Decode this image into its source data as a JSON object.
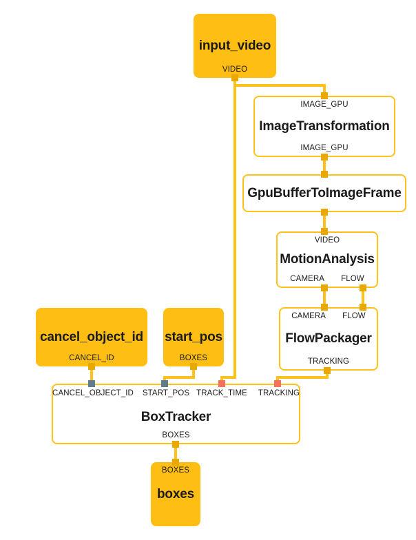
{
  "graph": {
    "title": "BoxTracker pipeline graph",
    "background": "#ffffff",
    "colors": {
      "io_node_fill": "#FFBE14",
      "calc_node_border": "#FFC21A",
      "edge": "#FFC21A",
      "pin_yellow": "#E8A800",
      "pin_blue": "#5F7D8C",
      "pin_red": "#F4725B"
    },
    "nodes": [
      {
        "id": "input_video",
        "name": "input_video",
        "kind": "io",
        "outputs": [
          "VIDEO"
        ],
        "inputs": []
      },
      {
        "id": "image_transformation",
        "name": "ImageTransformation",
        "kind": "calculator",
        "inputs": [
          "IMAGE_GPU"
        ],
        "outputs": [
          "IMAGE_GPU"
        ]
      },
      {
        "id": "gpu_buffer_to_image_frame",
        "name": "GpuBufferToImageFrame",
        "kind": "calculator",
        "inputs": [],
        "outputs": []
      },
      {
        "id": "motion_analysis",
        "name": "MotionAnalysis",
        "kind": "calculator",
        "inputs": [
          "VIDEO"
        ],
        "outputs": [
          "CAMERA",
          "FLOW"
        ]
      },
      {
        "id": "flow_packager",
        "name": "FlowPackager",
        "kind": "calculator",
        "inputs": [
          "CAMERA",
          "FLOW"
        ],
        "outputs": [
          "TRACKING"
        ]
      },
      {
        "id": "cancel_object_id",
        "name": "cancel_object_id",
        "kind": "io",
        "inputs": [],
        "outputs": [
          "CANCEL_ID"
        ]
      },
      {
        "id": "start_pos",
        "name": "start_pos",
        "kind": "io",
        "inputs": [],
        "outputs": [
          "BOXES"
        ]
      },
      {
        "id": "box_tracker",
        "name": "BoxTracker",
        "kind": "calculator",
        "inputs": [
          "CANCEL_OBJECT_ID",
          "START_POS",
          "TRACK_TIME",
          "TRACKING"
        ],
        "outputs": [
          "BOXES"
        ]
      },
      {
        "id": "boxes",
        "name": "boxes",
        "kind": "io",
        "inputs": [
          "BOXES"
        ],
        "outputs": []
      }
    ],
    "edges": [
      {
        "from": "input_video.VIDEO",
        "to": "image_transformation.IMAGE_GPU"
      },
      {
        "from": "input_video.VIDEO",
        "to": "box_tracker.TRACK_TIME"
      },
      {
        "from": "image_transformation.IMAGE_GPU",
        "to": "gpu_buffer_to_image_frame"
      },
      {
        "from": "gpu_buffer_to_image_frame",
        "to": "motion_analysis.VIDEO"
      },
      {
        "from": "motion_analysis.CAMERA",
        "to": "flow_packager.CAMERA"
      },
      {
        "from": "motion_analysis.FLOW",
        "to": "flow_packager.FLOW"
      },
      {
        "from": "flow_packager.TRACKING",
        "to": "box_tracker.TRACKING"
      },
      {
        "from": "cancel_object_id.CANCEL_ID",
        "to": "box_tracker.CANCEL_OBJECT_ID"
      },
      {
        "from": "start_pos.BOXES",
        "to": "box_tracker.START_POS"
      },
      {
        "from": "box_tracker.BOXES",
        "to": "boxes.BOXES"
      }
    ]
  },
  "labels": {
    "input_video": "input_video",
    "image_transformation": "ImageTransformation",
    "gpu_buffer_to_image_frame": "GpuBufferToImageFrame",
    "motion_analysis": "MotionAnalysis",
    "flow_packager": "FlowPackager",
    "cancel_object_id": "cancel_object_id",
    "start_pos": "start_pos",
    "box_tracker": "BoxTracker",
    "boxes": "boxes",
    "ports": {
      "video": "VIDEO",
      "image_gpu_in": "IMAGE_GPU",
      "image_gpu_out": "IMAGE_GPU",
      "ma_video": "VIDEO",
      "ma_camera": "CAMERA",
      "ma_flow": "FLOW",
      "fp_camera": "CAMERA",
      "fp_flow": "FLOW",
      "fp_tracking": "TRACKING",
      "cancel_id": "CANCEL_ID",
      "start_pos_boxes": "BOXES",
      "bt_cancel_object_id": "CANCEL_OBJECT_ID",
      "bt_start_pos": "START_POS",
      "bt_track_time": "TRACK_TIME",
      "bt_tracking": "TRACKING",
      "bt_boxes": "BOXES",
      "boxes_in": "BOXES"
    }
  }
}
